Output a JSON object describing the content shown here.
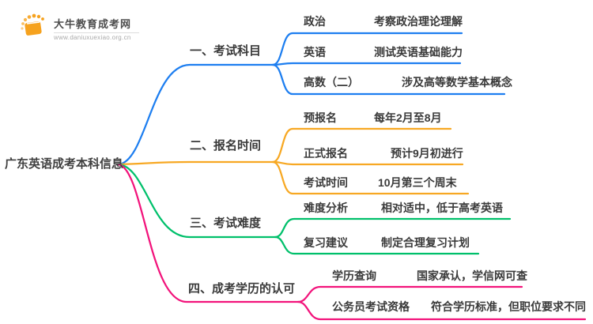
{
  "logo": {
    "title": "大牛教育成考网",
    "url": "www.daniuxuexiao.org.cn",
    "icon_color": "#F6A21E"
  },
  "colors": {
    "branch1": "#1D7EF0",
    "branch2": "#F7A823",
    "branch3": "#00C06B",
    "bran4_note": "",
    "branch4": "#F2137B",
    "text": "#3A3A3A"
  },
  "root": {
    "label": "广东英语成考本科信息"
  },
  "branches": [
    {
      "label": "一、考试科目",
      "children": [
        {
          "label": "政治",
          "desc": "考察政治理论理解"
        },
        {
          "label": "英语",
          "desc": "测试英语基础能力"
        },
        {
          "label": "高数（二）",
          "desc": "涉及高等数学基本概念"
        }
      ]
    },
    {
      "label": "二、报名时间",
      "children": [
        {
          "label": "预报名",
          "desc": "每年2月至8月"
        },
        {
          "label": "正式报名",
          "desc": "预计9月初进行"
        },
        {
          "label": "考试时间",
          "desc": "10月第三个周末"
        }
      ]
    },
    {
      "label": "三、考试难度",
      "children": [
        {
          "label": "难度分析",
          "desc": "相对适中，低于高考英语"
        },
        {
          "label": "复习建议",
          "desc": "制定合理复习计划"
        }
      ]
    },
    {
      "label": "四、成考学历的认可",
      "children": [
        {
          "label": "学历查询",
          "desc": "国家承认，学信网可查"
        },
        {
          "label": "公务员考试资格",
          "desc": "符合学历标准，但职位要求不同"
        }
      ]
    }
  ]
}
